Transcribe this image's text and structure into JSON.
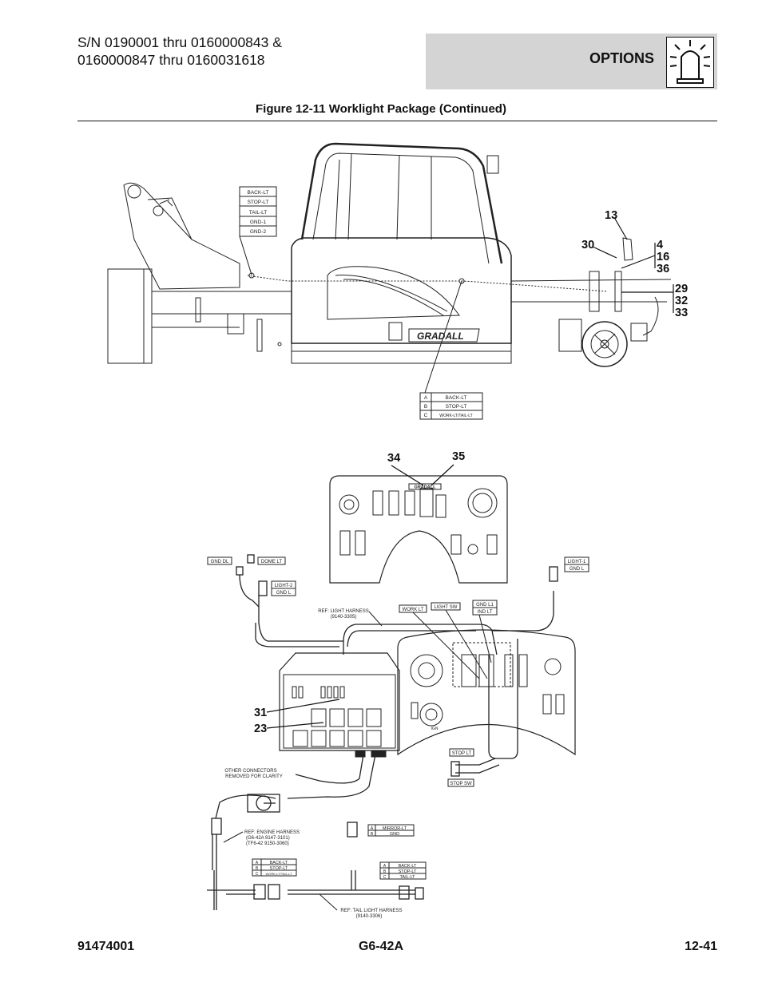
{
  "header": {
    "serial_line1": "S/N 0190001 thru 0160000843 &",
    "serial_line2": "0160000847 thru 0160031618",
    "section": "OPTIONS",
    "section_icon": "worklight-beacon-icon"
  },
  "figure_title": "Figure 12-11 Worklight Package (Continued)",
  "upper_drawing": {
    "connector_table_1": [
      "BACK-LT",
      "STOP-LT",
      "TAIL-LT",
      "GND-1",
      "GND-2"
    ],
    "connector_table_2": [
      [
        "A",
        "BACK-LT"
      ],
      [
        "B",
        "STOP-LT"
      ],
      [
        "C",
        "WORK-LT/TAIL-LT"
      ]
    ],
    "brand": "GRADALL",
    "callouts": {
      "c13": "13",
      "c30": "30",
      "c4": "4",
      "c16": "16",
      "c36": "36",
      "c29": "29",
      "c32": "32",
      "c33": "33"
    }
  },
  "lower_drawing": {
    "callouts": {
      "c34": "34",
      "c35": "35",
      "c31": "31",
      "c23": "23"
    },
    "labels": {
      "gnd_dl": "GND DL",
      "dome_lt": "DOME LT",
      "light2": "LIGHT-2",
      "gnd_l_a": "GND L",
      "light1": "LIGHT-1",
      "gnd_l_b": "GND L",
      "ref_light_harness": "REF: LIGHT HARNESS",
      "ref_light_harness_pn": "(9140-3305)",
      "work_lt": "WORK LT",
      "light_sw": "LIGHT SW",
      "gnd_l1": "GND L1",
      "ind_lt": "IND LT",
      "ign": "IGN",
      "stop_lt": "STOP LT",
      "stop_sw": "STOP SW",
      "other_connectors_1": "OTHER CONNECTORS",
      "other_connectors_2": "REMOVED FOR CLARITY",
      "ref_engine_1": "REF: ENGINE HARNESS",
      "ref_engine_2": "(G6-42A  9147-3101)",
      "ref_engine_3": "(TF6-42  9150-3060)",
      "ref_tail_1": "REF: TAIL LIGHT HARNESS",
      "ref_tail_2": "(9140-3306)",
      "panel_brand": "GRADALL"
    },
    "table_mirror": [
      [
        "A",
        "MIRROR-LT"
      ],
      [
        "B",
        "GND"
      ]
    ],
    "table_left": [
      [
        "A",
        "BACK-LT"
      ],
      [
        "B",
        "STOP-LT"
      ],
      [
        "C",
        "WORK-LT/TAIL-LT"
      ]
    ],
    "table_right": [
      [
        "A",
        "BACK-LT"
      ],
      [
        "B",
        "STOP-LT"
      ],
      [
        "C",
        "TAIL-LT"
      ]
    ]
  },
  "footer": {
    "doc_number": "91474001",
    "model": "G6-42A",
    "page": "12-41"
  }
}
